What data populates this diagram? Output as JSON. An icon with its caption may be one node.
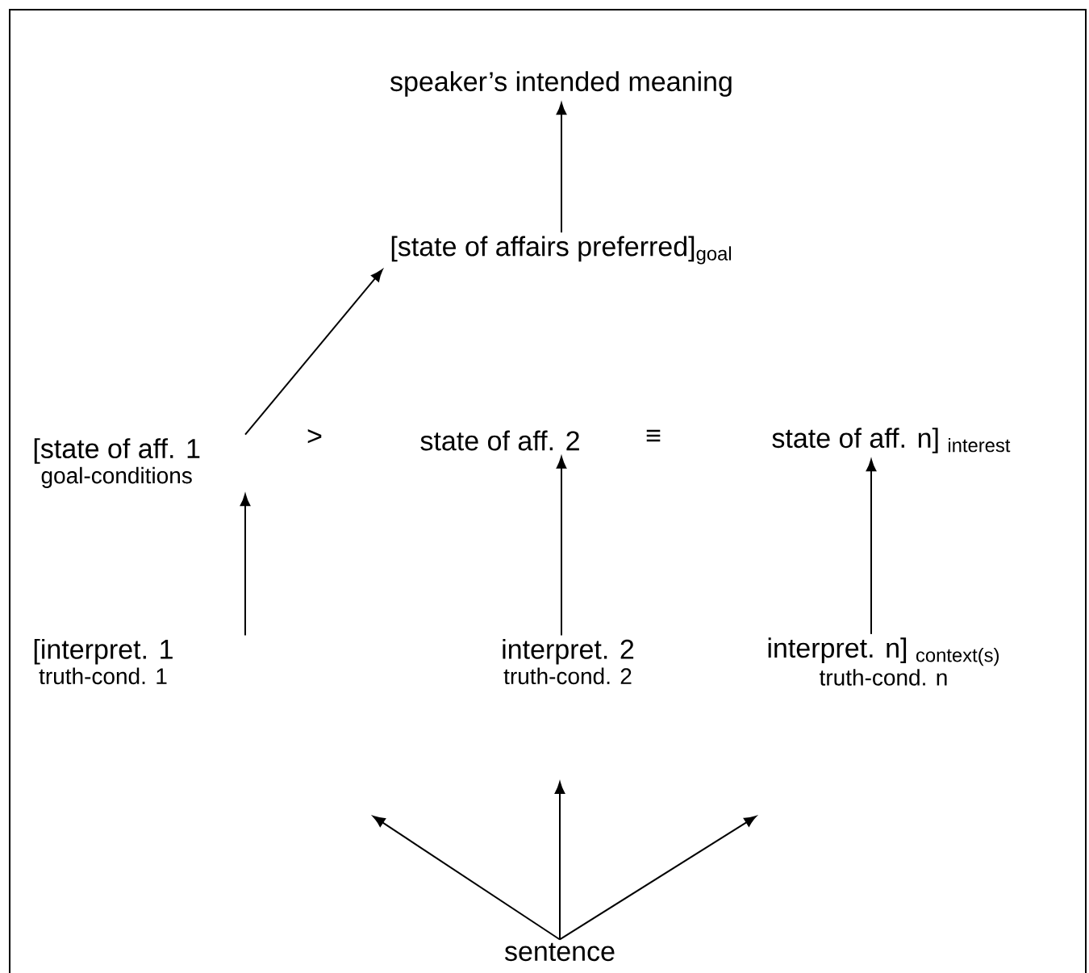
{
  "diagram": {
    "nodes": [
      {
        "text": [
          "speaker’s intended meaning"
        ]
      },
      {
        "text": [
          "[state of affairs preferred]$_{goal}$"
        ]
      },
      {
        "text": [
          "[state of aff. 1",
          "goal-conditions"
        ]
      },
      {
        "text": [
          "state of aff. 2"
        ]
      },
      {
        "text": [
          "state of aff. n] $_{interest}$"
        ]
      },
      {
        "text": [
          "[interpret. 1",
          "truth-cond. 1"
        ]
      },
      {
        "text": [
          "interpret. 2",
          "truth-cond. 2"
        ]
      },
      {
        "text": [
          "interpret. n] $_{context(s)}$",
          "truth-cond. n"
        ]
      },
      {
        "text": [
          "sentence"
        ]
      }
    ],
    "edges": [
      {
        "from": 1,
        "to": 0,
        "arrow": "to"
      },
      {
        "from": 2,
        "to": 1,
        "arrow": "to"
      },
      {
        "from": 5,
        "to": 2,
        "arrow": "to"
      },
      {
        "from": 6,
        "to": 3,
        "arrow": "to"
      },
      {
        "from": 7,
        "to": 4,
        "arrow": "to"
      },
      {
        "from": 8,
        "to": null,
        "arrow": "to"
      },
      {
        "from": 8,
        "to": null,
        "arrow": "to"
      },
      {
        "from": 8,
        "to": null,
        "arrow": "to"
      }
    ],
    "labels": [
      ">",
      "≡"
    ]
  }
}
